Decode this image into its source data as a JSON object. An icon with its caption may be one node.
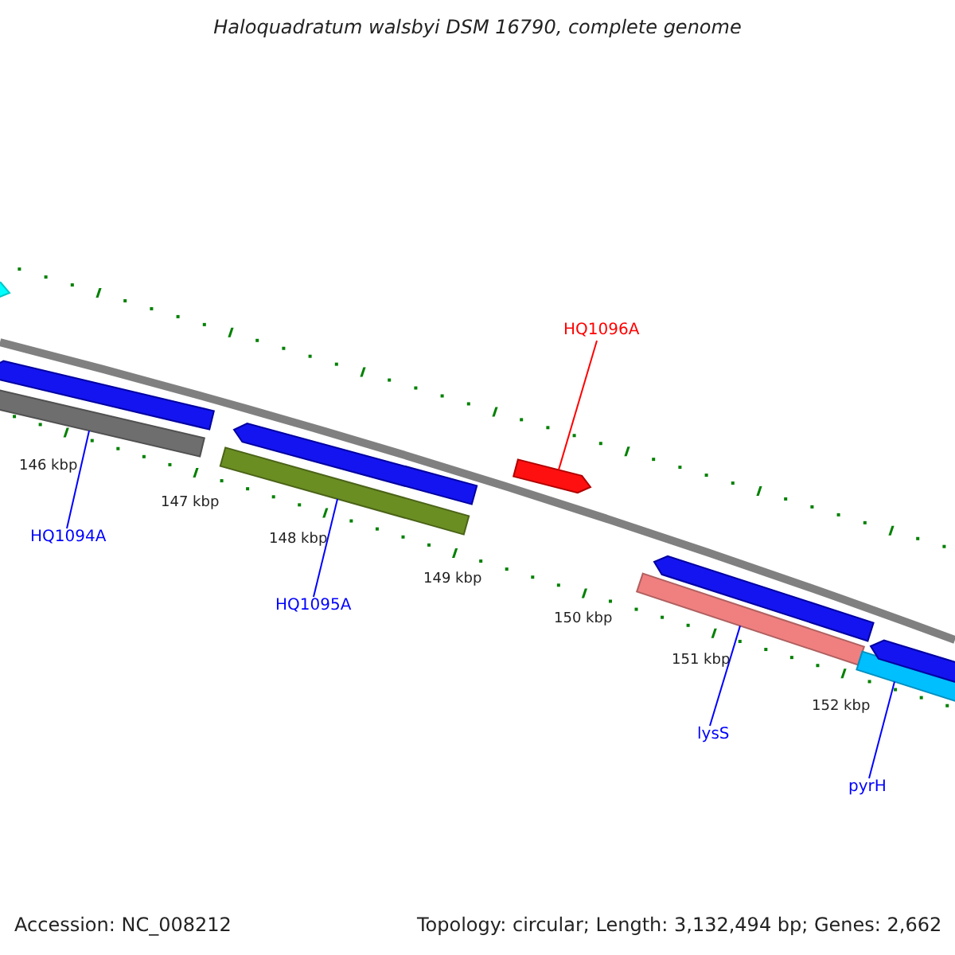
{
  "diagram": {
    "title": "Haloquadratum walsbyi DSM 16790, complete genome",
    "nodes": [
      {
        "text": [
          "HQ1096A"
        ]
      },
      {
        "text": [
          "HQ1094A"
        ]
      },
      {
        "text": [
          "HQ1095A"
        ]
      },
      {
        "text": [
          "lysS"
        ]
      },
      {
        "text": [
          "pyrH"
        ]
      },
      {
        "text": [],
        "shape": "bar"
      },
      {
        "text": [],
        "shape": "bar"
      },
      {
        "text": [],
        "shape": "bar"
      },
      {
        "text": [],
        "shape": "bar"
      },
      {
        "text": [],
        "shape": "bar"
      },
      {
        "text": [],
        "shape": "bar"
      },
      {
        "text": [],
        "shape": "bar"
      },
      {
        "text": [],
        "shape": "bar"
      },
      {
        "text": [],
        "shape": "bar"
      },
      {
        "text": [],
        "shape": "bar"
      }
    ],
    "edges": [
      {
        "from": 1,
        "to": 5,
        "arrow": "none"
      },
      {
        "from": 2,
        "to": 6,
        "arrow": "none"
      },
      {
        "from": 0,
        "to": 7,
        "arrow": "none",
        "color": "#ff0000"
      },
      {
        "from": 3,
        "to": 8,
        "arrow": "none"
      },
      {
        "from": 4,
        "to": 9,
        "arrow": "none"
      }
    ],
    "labels": [
      "146 kbp",
      "147 kbp",
      "148 kbp",
      "149 kbp",
      "150 kbp",
      "151 kbp",
      "152 kbp",
      "Accession: NC_008212",
      "Topology: circular; Length: 3,132,494 bp; Genes: 2,662"
    ]
  }
}
